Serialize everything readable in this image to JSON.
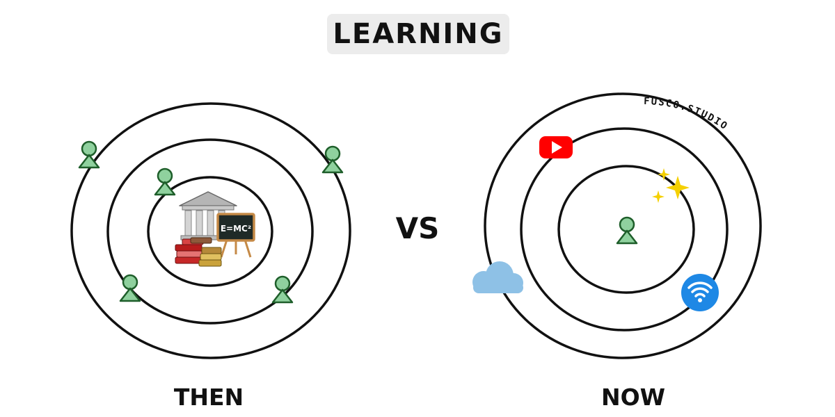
{
  "title": "LEARNING",
  "left_label": "THEN",
  "right_label": "NOW",
  "vs_label": "VS",
  "watermark": "FUSCO.STUDIO",
  "blackboard_text": "E=MC²",
  "colors": {
    "person_fill": "#8fd19e",
    "person_stroke": "#1e5e2a",
    "ring_stroke": "#111111",
    "title_bg": "#ececec",
    "youtube": "#ff0000",
    "sparkle": "#f5d000",
    "cloud": "#8ec1e6",
    "wifi": "#1e88e5"
  },
  "icons": [
    "person-icon",
    "university-building-icon",
    "blackboard-icon",
    "books-icon",
    "youtube-icon",
    "sparkles-icon",
    "cloud-icon",
    "wifi-icon"
  ]
}
